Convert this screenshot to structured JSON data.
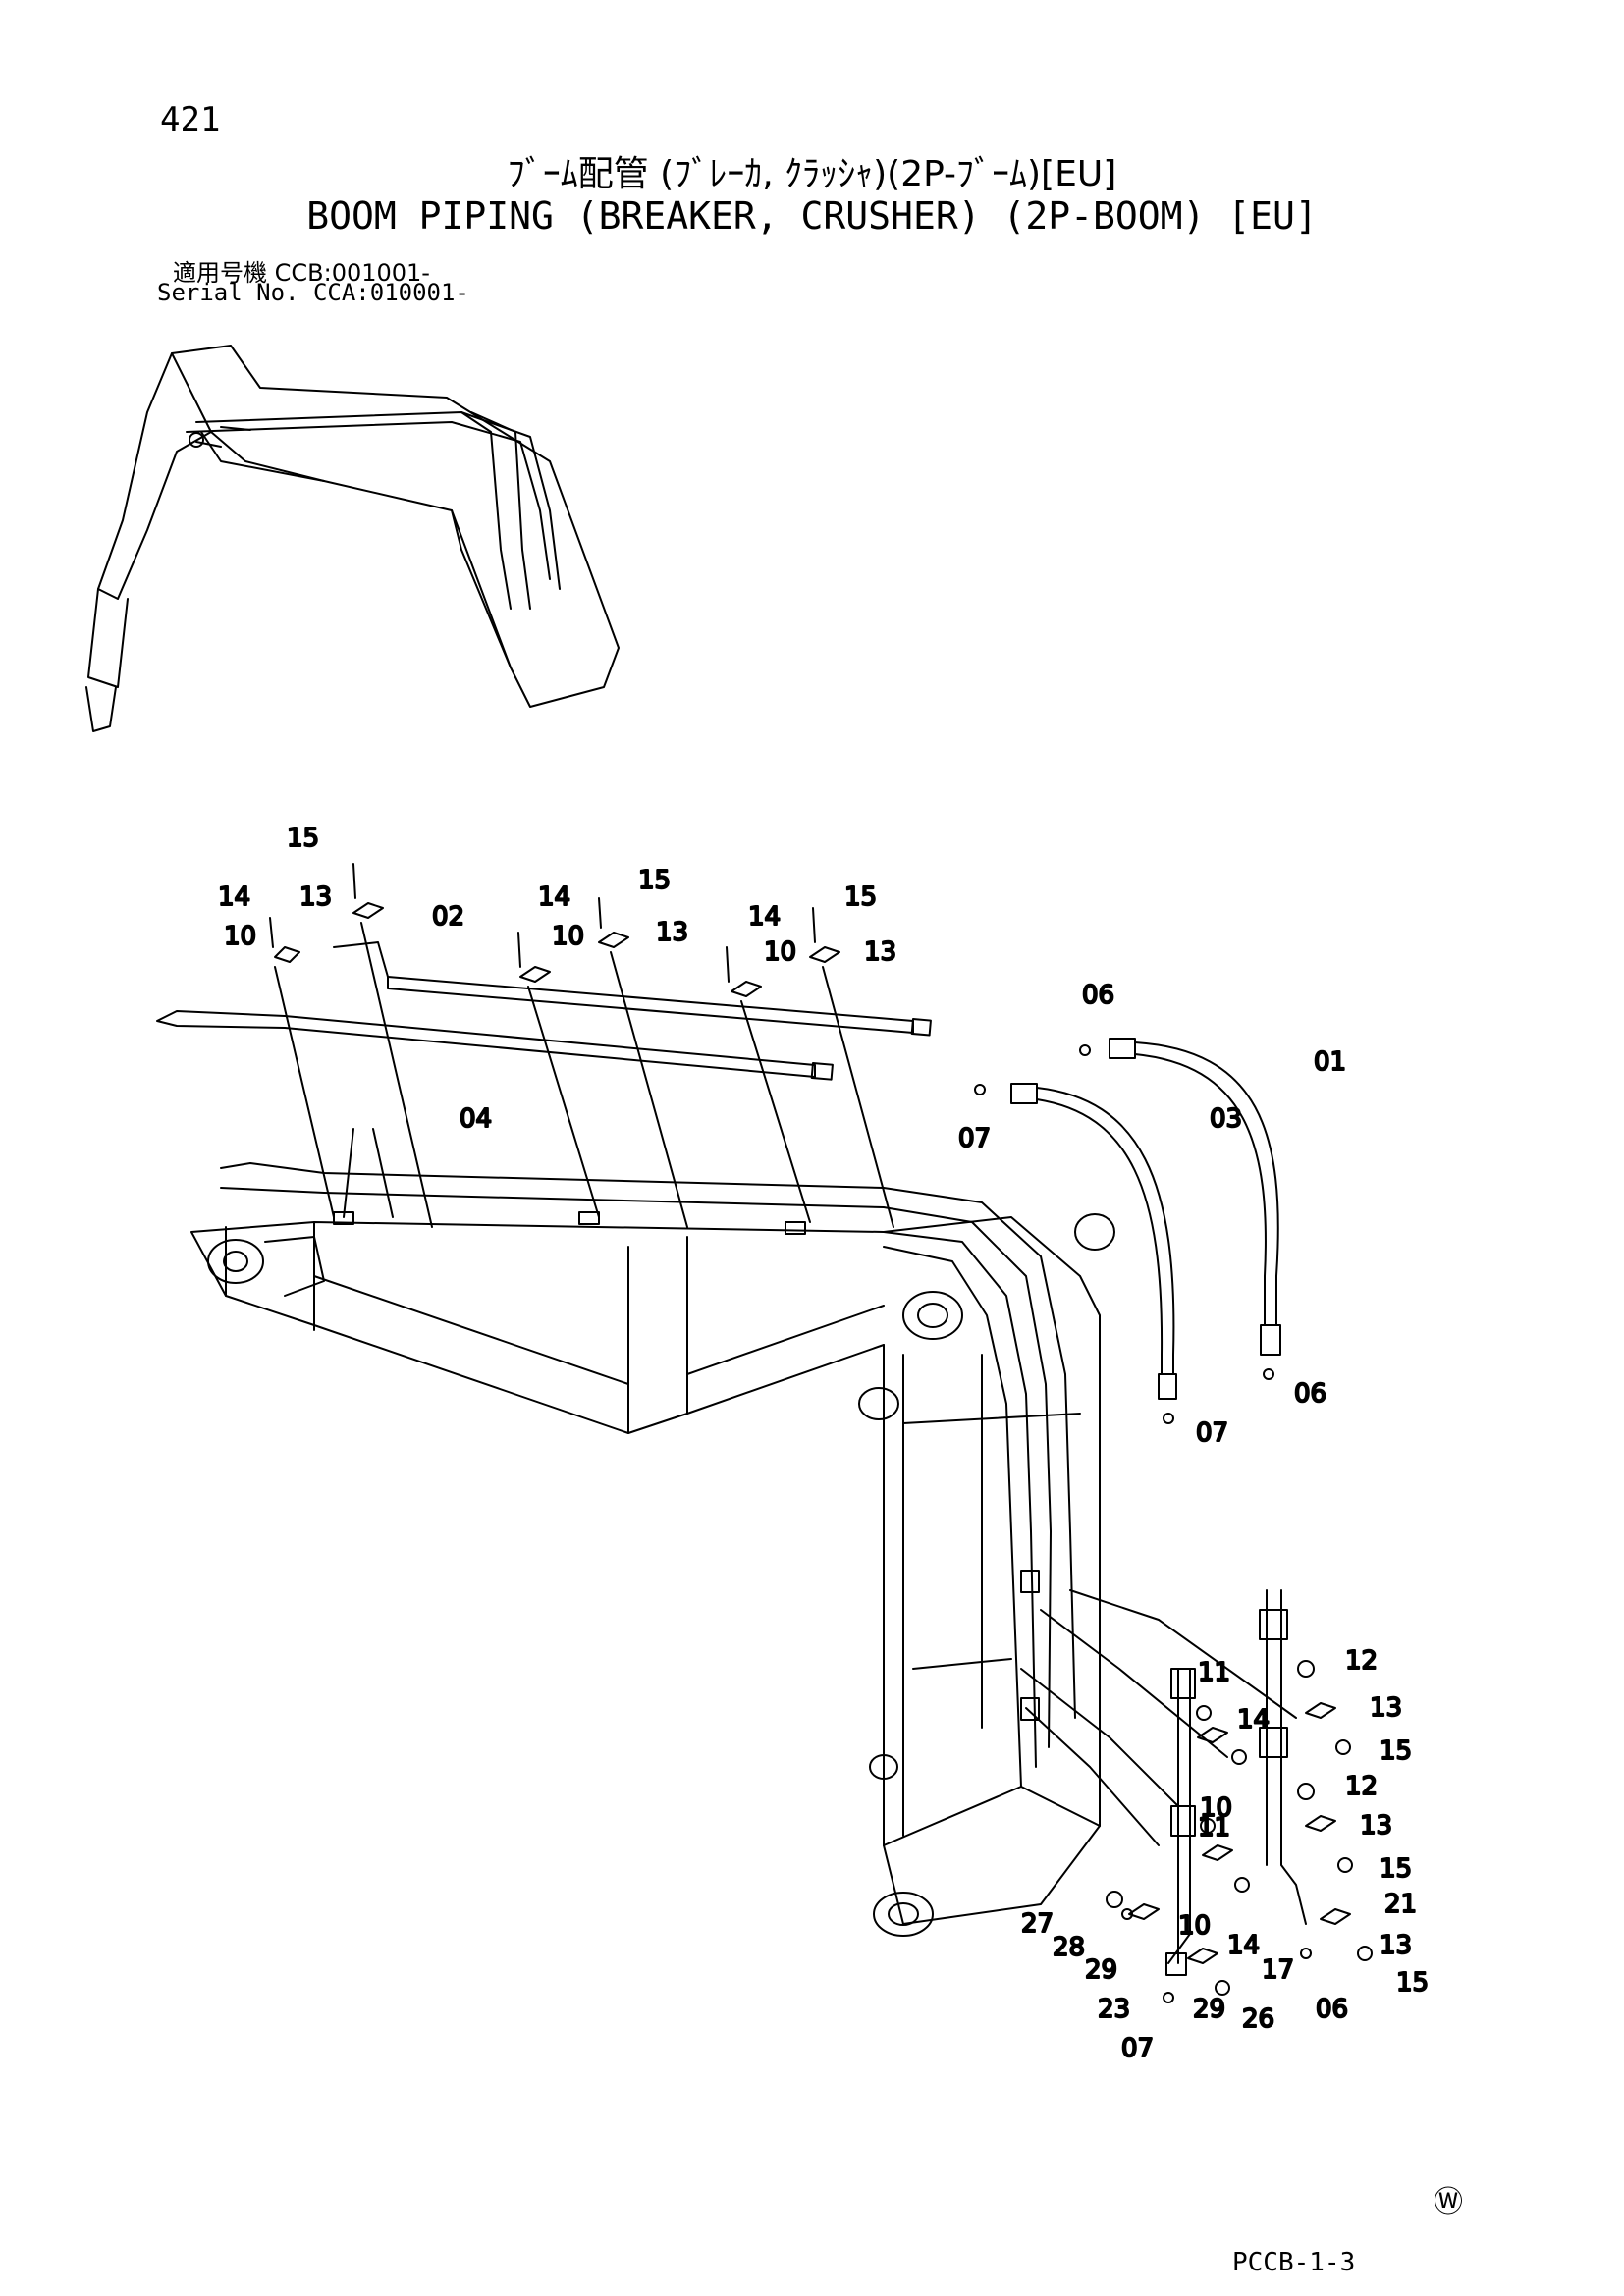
{
  "page_number": "421",
  "title_jp": "ﾌﾞｰﾑ配管 (ﾌﾞﾚｰｶ, ｸﾗｯｼｬ)(2P-ﾌﾞｰﾑ)[EU]",
  "title_en": "BOOM PIPING (BREAKER, CRUSHER) (2P-BOOM) [EU]",
  "serial_jp": "適用号機 CCB:001001-",
  "serial_en": "Serial No. CCA:010001-",
  "watermark": "Ⓦ",
  "drawing_number": "PCCB-1-3",
  "callouts": [
    "15",
    "14",
    "13",
    "10",
    "02",
    "14",
    "15",
    "10",
    "13",
    "14",
    "15",
    "10",
    "13",
    "06",
    "01",
    "04",
    "07",
    "03",
    "06",
    "07",
    "12",
    "11",
    "13",
    "14",
    "15",
    "10",
    "12",
    "11",
    "13",
    "15",
    "21",
    "27",
    "28",
    "14",
    "13",
    "10",
    "29",
    "17",
    "15",
    "23",
    "29",
    "26",
    "06",
    "07"
  ]
}
